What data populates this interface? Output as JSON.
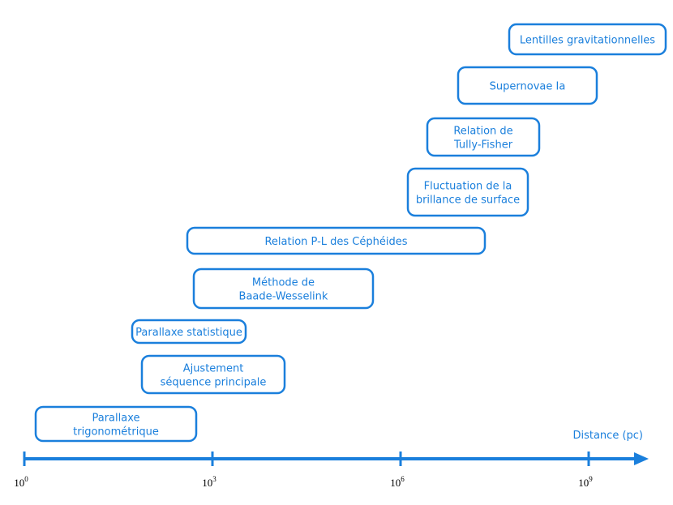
{
  "colors": {
    "accent": "#1a7fdc",
    "text": "#1a7fdc",
    "tick_labels": "#000000",
    "background": "#ffffff"
  },
  "axis": {
    "label": "Distance (pc)",
    "scale": "log10",
    "range_pc": [
      "1e0",
      "1e10"
    ],
    "ticks": [
      {
        "base": "10",
        "exp": "0"
      },
      {
        "base": "10",
        "exp": "3"
      },
      {
        "base": "10",
        "exp": "6"
      },
      {
        "base": "10",
        "exp": "9"
      }
    ]
  },
  "methods": [
    {
      "lines": [
        "Parallaxe",
        "trigonométrique"
      ]
    },
    {
      "lines": [
        "Ajustement",
        "séquence principale"
      ]
    },
    {
      "lines": [
        "Parallaxe statistique"
      ]
    },
    {
      "lines": [
        "Méthode de",
        "Baade-Wesselink"
      ]
    },
    {
      "lines": [
        "Relation P-L des Céphéides"
      ]
    },
    {
      "lines": [
        "Fluctuation de la",
        "brillance de surface"
      ]
    },
    {
      "lines": [
        "Relation de",
        "Tully-Fisher"
      ]
    },
    {
      "lines": [
        "Supernovae Ia"
      ]
    },
    {
      "lines": [
        "Lentilles gravitationnelles"
      ]
    }
  ]
}
